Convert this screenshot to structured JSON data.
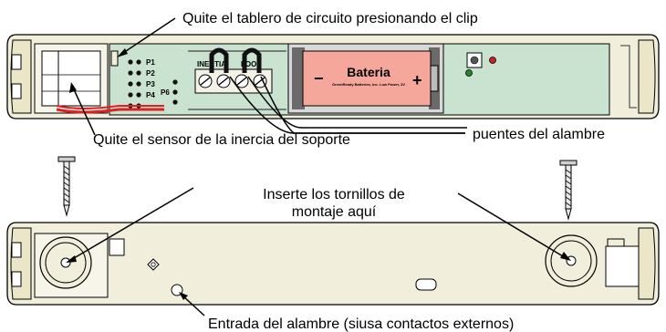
{
  "labels": {
    "top_callout": "Quite el tablero de circuito presionando el clip",
    "sensor_callout": "Quite el sensor de la inercia del soporte",
    "jumpers_callout": "puentes del alambre",
    "screws_line1": "Inserte los tornillos de",
    "screws_line2": "montaje aquí",
    "wire_entry": "Entrada del alambre (siusa contactos externos)"
  },
  "board": {
    "pins": [
      "P1",
      "P2",
      "P3",
      "P4",
      "P6"
    ],
    "terminals": [
      "INERTIA",
      "LOOP"
    ]
  },
  "battery": {
    "label": "Bateria",
    "fine_print": "GreenReady Batteries, Inc. Low Power, 3V",
    "minus": "−",
    "plus": "+"
  },
  "colors": {
    "housing": "#f2eedc",
    "board": "#c9e3d0",
    "battery": "#f4a79a",
    "wire": "#e02020"
  }
}
